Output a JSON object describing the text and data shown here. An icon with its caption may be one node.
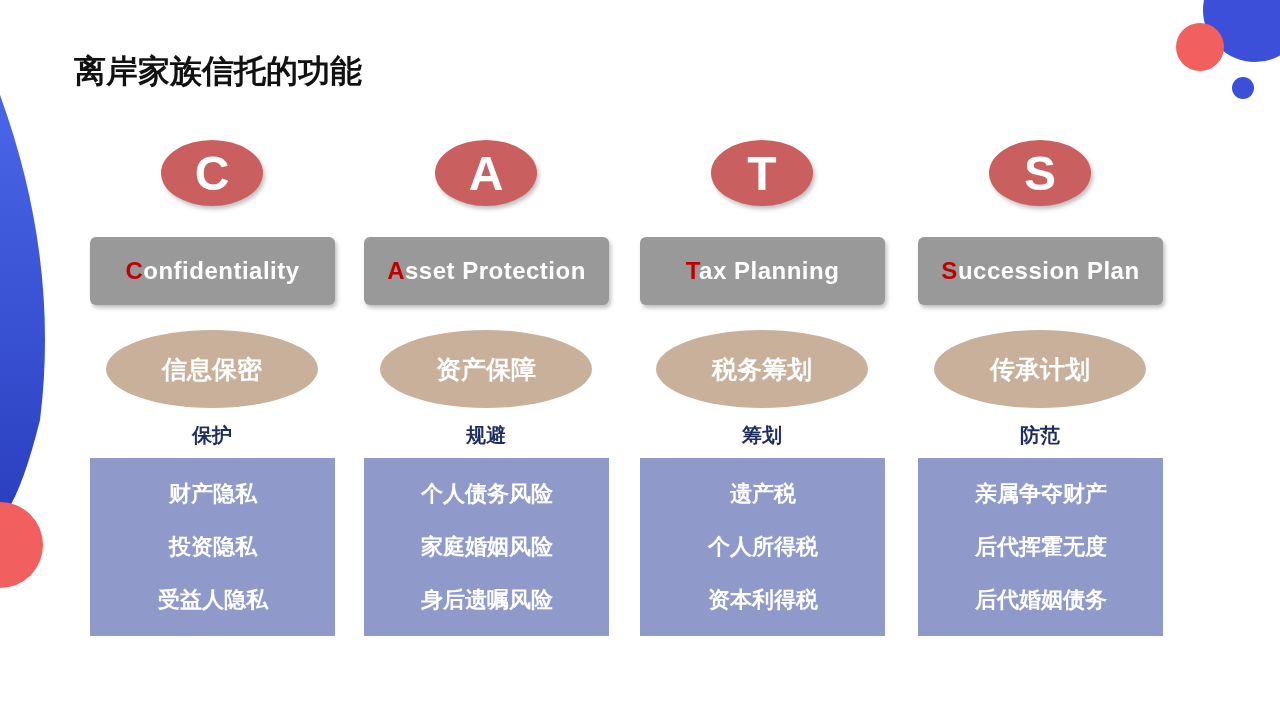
{
  "diagram": {
    "title": "离岸家族信托的功能",
    "nodes": [
      {
        "text": [
          "C"
        ]
      },
      {
        "text": [
          "A"
        ]
      },
      {
        "text": [
          "T"
        ]
      },
      {
        "text": [
          "S"
        ]
      },
      {
        "text": [
          "Confidentiality"
        ]
      },
      {
        "text": [
          "Asset Protection"
        ]
      },
      {
        "text": [
          "Tax Planning"
        ]
      },
      {
        "text": [
          "Succession Plan"
        ]
      },
      {
        "text": [
          "信息保密"
        ]
      },
      {
        "text": [
          "资产保障"
        ]
      },
      {
        "text": [
          "税务筹划"
        ]
      },
      {
        "text": [
          "传承计划"
        ]
      },
      {
        "text": [
          "财产隐私",
          "投资隐私",
          "受益人隐私"
        ],
        "beside": [
          "保护"
        ]
      },
      {
        "text": [
          "个人债务风险",
          "家庭婚姻风险",
          "身后遗嘱风险"
        ],
        "beside": [
          "规避"
        ]
      },
      {
        "text": [
          "遗产税",
          "个人所得税",
          "资本利得税"
        ],
        "beside": [
          "筹划"
        ]
      },
      {
        "text": [
          "亲属争夺财产",
          "后代挥霍无度",
          "后代婚姻债务"
        ],
        "beside": [
          "防范"
        ]
      }
    ],
    "edges": []
  }
}
